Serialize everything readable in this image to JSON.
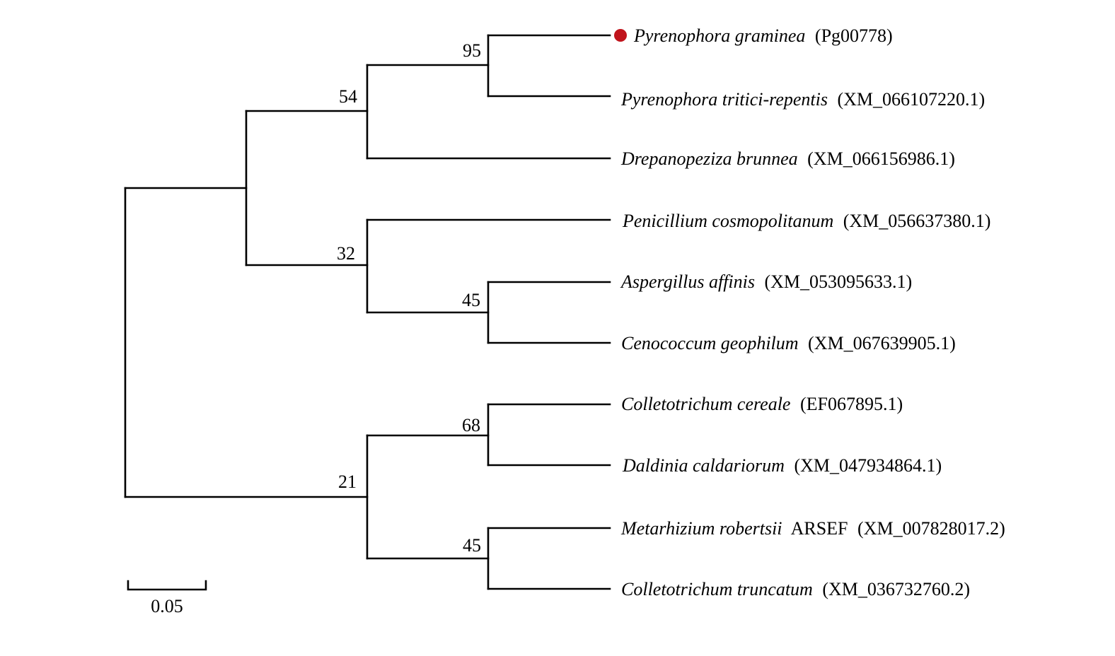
{
  "tree": {
    "marker_color": "#c0141c",
    "bootstrap": {
      "n95": "95",
      "n54": "54",
      "n32": "32",
      "n45a": "45",
      "n68": "68",
      "n21": "21",
      "n45b": "45"
    },
    "taxa": [
      {
        "species": "Pyrenophora graminea",
        "extra": "",
        "accession": "(Pg00778)",
        "highlighted": true
      },
      {
        "species": "Pyrenophora tritici-repentis",
        "extra": "",
        "accession": "(XM_066107220.1)",
        "highlighted": false
      },
      {
        "species": "Drepanopeziza brunnea",
        "extra": "",
        "accession": "(XM_066156986.1)",
        "highlighted": false
      },
      {
        "species": "Penicillium cosmopolitanum",
        "extra": "",
        "accession": "(XM_056637380.1)",
        "highlighted": false
      },
      {
        "species": "Aspergillus affinis",
        "extra": "",
        "accession": "(XM_053095633.1)",
        "highlighted": false
      },
      {
        "species": "Cenococcum geophilum",
        "extra": "",
        "accession": "(XM_067639905.1)",
        "highlighted": false
      },
      {
        "species": "Colletotrichum cereale",
        "extra": "",
        "accession": "(EF067895.1)",
        "highlighted": false
      },
      {
        "species": "Daldinia caldariorum",
        "extra": "",
        "accession": "(XM_047934864.1)",
        "highlighted": false
      },
      {
        "species": "Metarhizium robertsii",
        "extra": "ARSEF",
        "accession": "(XM_007828017.2)",
        "highlighted": false
      },
      {
        "species": "Colletotrichum truncatum",
        "extra": "",
        "accession": "(XM_036732760.2)",
        "highlighted": false
      }
    ],
    "scale_bar": {
      "label": "0.05",
      "value": 0.05
    }
  }
}
